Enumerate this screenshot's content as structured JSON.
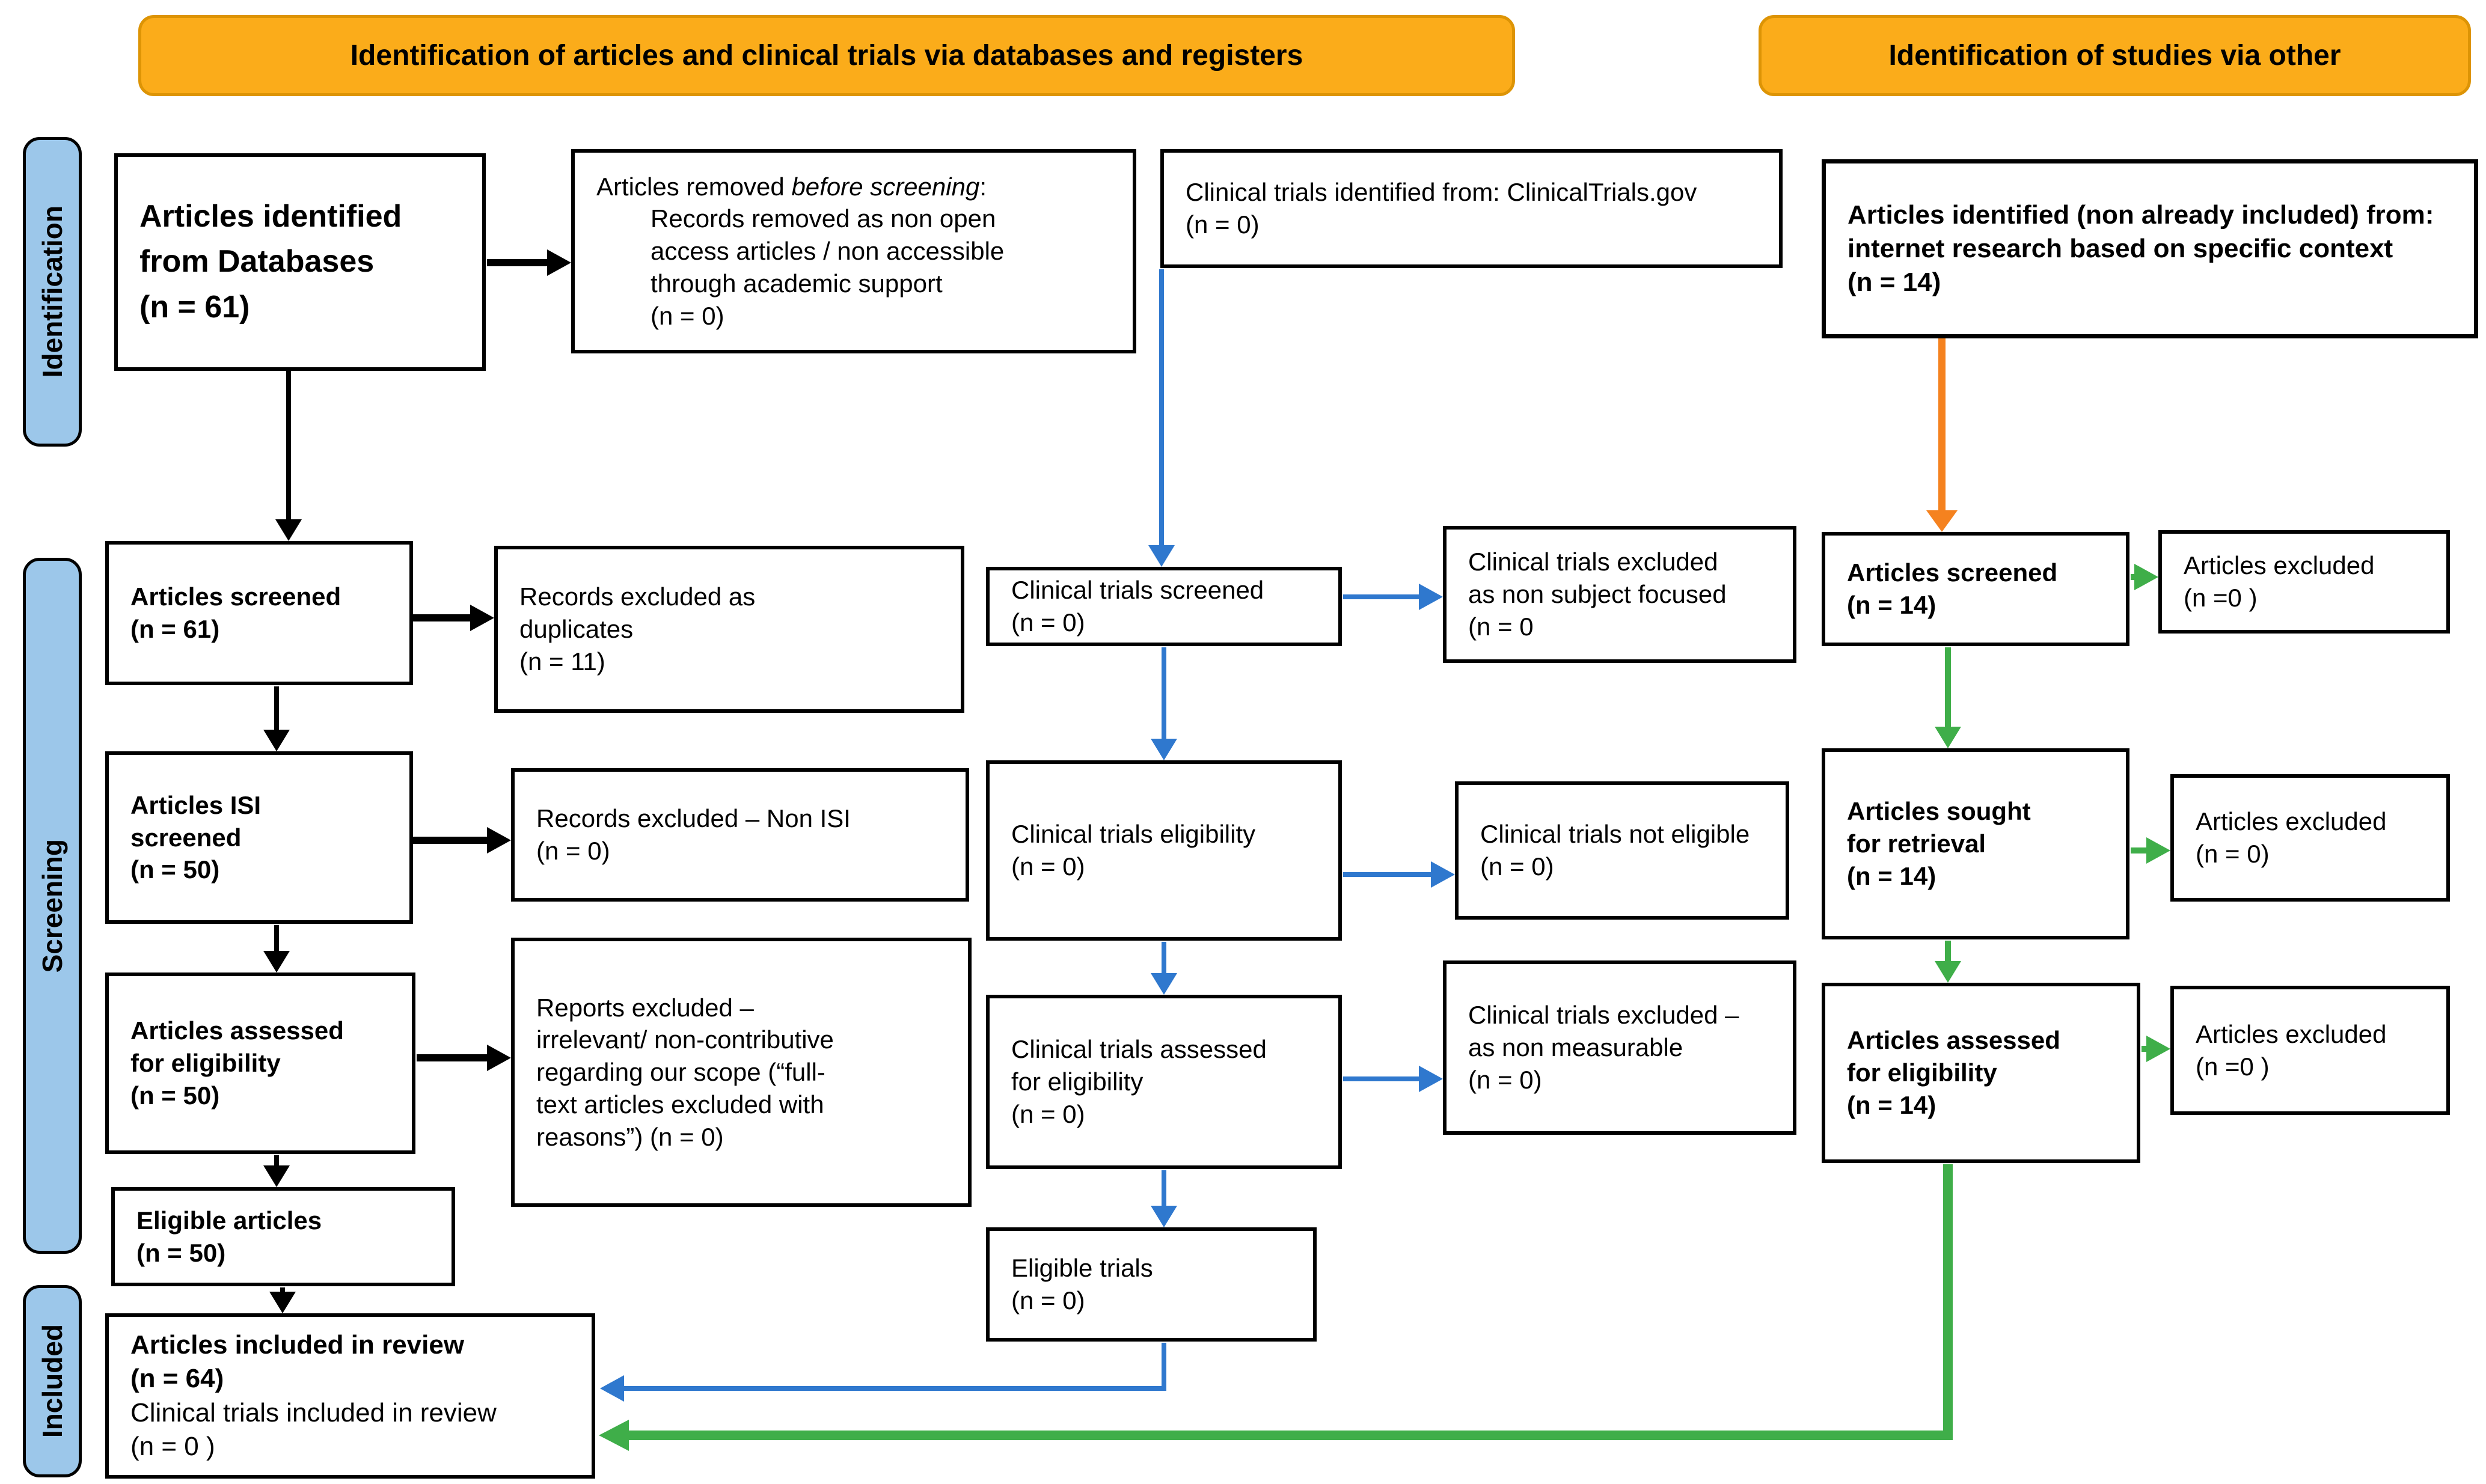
{
  "colors": {
    "banner": "#fbac1a",
    "banner_border": "#dd9405",
    "tab": "#9cc7ea",
    "blue": "#2f78ce",
    "green": "#3fae49",
    "orange": "#f5821f",
    "black": "#000000"
  },
  "banners": {
    "left": "Identification of articles and clinical trials via databases and registers",
    "right": "Identification of studies via other"
  },
  "sidebar": {
    "identification": "Identification",
    "screening": "Screening",
    "included": "Included"
  },
  "boxes": {
    "identified": {
      "lines": [
        "Articles identified",
        "from Databases",
        "(n = 61)"
      ]
    },
    "removed": {
      "intro_pre": "Articles removed ",
      "intro_italic": "before screening",
      "intro_post": ":",
      "lines": [
        "Records removed as non open",
        "access articles / non accessible",
        "through academic support",
        " (n = 0)"
      ]
    },
    "ct_identified": {
      "lines": [
        "Clinical trials identified from: ClinicalTrials.gov",
        "(n = 0)"
      ]
    },
    "internet": {
      "lines": [
        "Articles identified (non already included) from:",
        "internet research based on specific context",
        "(n = 14)"
      ]
    },
    "screened": {
      "lines": [
        "Articles screened",
        "(n = 61)"
      ]
    },
    "duplicates": {
      "lines": [
        "Records excluded as",
        "duplicates",
        "(n = 11)"
      ]
    },
    "isi": {
      "lines": [
        "Articles ISI",
        "screened",
        "(n = 50)"
      ]
    },
    "nonisi": {
      "lines": [
        "Records excluded – Non ISI",
        "(n = 0)"
      ]
    },
    "assessed": {
      "lines": [
        "Articles assessed",
        "for eligibility",
        "(n = 50)"
      ]
    },
    "reports": {
      "lines": [
        "Reports excluded –",
        "irrelevant/ non-contributive",
        "regarding our scope (“full-",
        "text articles excluded with",
        "reasons”) (n = 0)"
      ]
    },
    "eligible": {
      "lines": [
        "Eligible articles",
        "(n = 50)"
      ]
    },
    "included_bold": {
      "lines": [
        "Articles included in review",
        "(n = 64)"
      ]
    },
    "included_regular": {
      "lines": [
        "Clinical trials included in review",
        "(n = 0 )"
      ]
    },
    "ct_screened": {
      "lines": [
        "Clinical trials screened",
        "(n = 0)"
      ]
    },
    "ct_excl_focus": {
      "lines": [
        "Clinical trials excluded",
        "as non subject focused",
        "(n = 0"
      ]
    },
    "ct_elig": {
      "lines": [
        "Clinical trials eligibility",
        "(n = 0)"
      ]
    },
    "ct_notelig": {
      "lines": [
        "Clinical trials not eligible",
        "(n =  0)"
      ]
    },
    "ct_assessed": {
      "lines": [
        "Clinical trials assessed",
        "for eligibility",
        "(n = 0)"
      ]
    },
    "ct_nonmeas": {
      "lines": [
        "Clinical trials excluded –",
        "as non measurable",
        "(n = 0)"
      ]
    },
    "elig_trials": {
      "lines": [
        "Eligible trials",
        "(n = 0)"
      ]
    },
    "r_screened": {
      "lines": [
        "Articles screened",
        "(n = 14)"
      ]
    },
    "r_excl1": {
      "lines": [
        "Articles excluded",
        "(n =0 )"
      ]
    },
    "r_sought": {
      "lines": [
        "Articles sought",
        "for retrieval",
        "(n = 14)"
      ]
    },
    "r_excl2": {
      "lines": [
        "Articles excluded",
        "(n = 0)"
      ]
    },
    "r_assessed": {
      "lines": [
        "Articles assessed",
        "for eligibility",
        "(n = 14)"
      ]
    },
    "r_excl3": {
      "lines": [
        "Articles excluded",
        "(n =0 )"
      ]
    }
  }
}
